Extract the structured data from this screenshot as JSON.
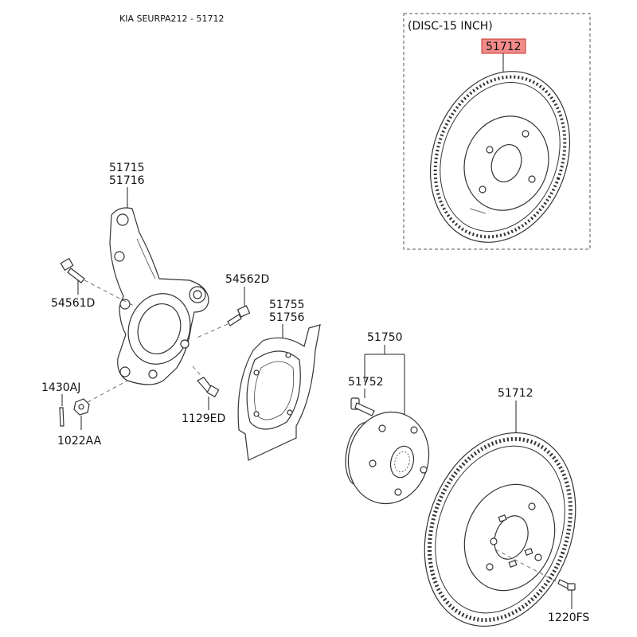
{
  "page": {
    "title": "KIA SEURPA212 - 51712"
  },
  "callout_box": {
    "title": "(DISC-15 INCH)",
    "part": "51712",
    "highlight": "#f28a8a"
  },
  "parts": {
    "knuckle_a": "51715",
    "knuckle_b": "51716",
    "bolt_54561d": "54561D",
    "bolt_54562d": "54562D",
    "pin_1430aj": "1430AJ",
    "nut_1022aa": "1022AA",
    "bolt_1129ed": "1129ED",
    "shield_a": "51755",
    "shield_b": "51756",
    "hub": "51750",
    "hub_bolt": "51752",
    "disc": "51712",
    "screw_1220fs": "1220FS"
  }
}
